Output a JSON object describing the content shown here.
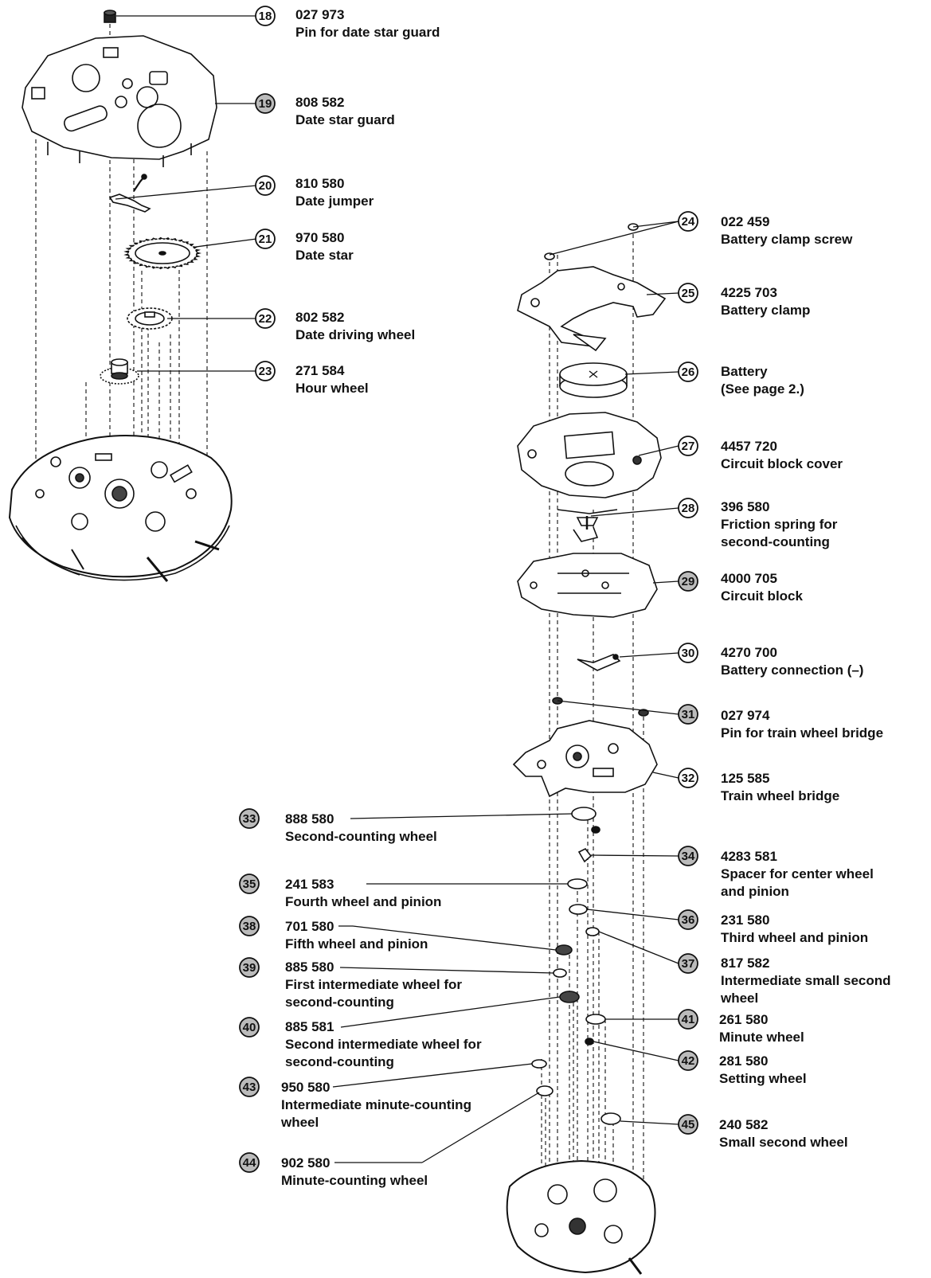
{
  "parts": [
    {
      "ref": "18",
      "code": "027 973",
      "desc": [
        "Pin for date star guard"
      ]
    },
    {
      "ref": "19",
      "code": "808 582",
      "desc": [
        "Date star guard"
      ]
    },
    {
      "ref": "20",
      "code": "810 580",
      "desc": [
        "Date jumper"
      ]
    },
    {
      "ref": "21",
      "code": "970 580",
      "desc": [
        "Date star"
      ]
    },
    {
      "ref": "22",
      "code": "802 582",
      "desc": [
        "Date driving wheel"
      ]
    },
    {
      "ref": "23",
      "code": "271 584",
      "desc": [
        "Hour wheel"
      ]
    },
    {
      "ref": "24",
      "code": "022 459",
      "desc": [
        "Battery clamp screw"
      ]
    },
    {
      "ref": "25",
      "code": "4225 703",
      "desc": [
        "Battery clamp"
      ]
    },
    {
      "ref": "26",
      "code": "Battery",
      "desc": [
        "(See page 2.)"
      ]
    },
    {
      "ref": "27",
      "code": "4457 720",
      "desc": [
        "Circuit block cover"
      ]
    },
    {
      "ref": "28",
      "code": "396 580",
      "desc": [
        "Friction spring for",
        "second-counting"
      ]
    },
    {
      "ref": "29",
      "code": "4000 705",
      "desc": [
        "Circuit block"
      ]
    },
    {
      "ref": "30",
      "code": "4270 700",
      "desc": [
        "Battery connection (–)"
      ]
    },
    {
      "ref": "31",
      "code": "027 974",
      "desc": [
        "Pin for train wheel bridge"
      ]
    },
    {
      "ref": "32",
      "code": "125 585",
      "desc": [
        "Train wheel bridge"
      ]
    },
    {
      "ref": "33",
      "code": "888 580",
      "desc": [
        "Second-counting wheel"
      ]
    },
    {
      "ref": "34",
      "code": "4283 581",
      "desc": [
        "Spacer for center wheel",
        "and pinion"
      ]
    },
    {
      "ref": "35",
      "code": "241 583",
      "desc": [
        "Fourth wheel and pinion"
      ]
    },
    {
      "ref": "36",
      "code": "231 580",
      "desc": [
        "Third wheel and pinion"
      ]
    },
    {
      "ref": "37",
      "code": "817 582",
      "desc": [
        "Intermediate small second",
        "wheel"
      ]
    },
    {
      "ref": "38",
      "code": "701 580",
      "desc": [
        "Fifth wheel and pinion"
      ]
    },
    {
      "ref": "39",
      "code": "885 580",
      "desc": [
        "First intermediate wheel for",
        "second-counting"
      ]
    },
    {
      "ref": "40",
      "code": "885 581",
      "desc": [
        "Second intermediate wheel for",
        "second-counting"
      ]
    },
    {
      "ref": "41",
      "code": "261 580",
      "desc": [
        "Minute wheel"
      ]
    },
    {
      "ref": "42",
      "code": "281 580",
      "desc": [
        "Setting wheel"
      ]
    },
    {
      "ref": "43",
      "code": "950 580",
      "desc": [
        "Intermediate minute-counting",
        "wheel"
      ]
    },
    {
      "ref": "44",
      "code": "902 580",
      "desc": [
        "Minute-counting wheel"
      ]
    },
    {
      "ref": "45",
      "code": "240 582",
      "desc": [
        "Small second wheel"
      ]
    }
  ]
}
